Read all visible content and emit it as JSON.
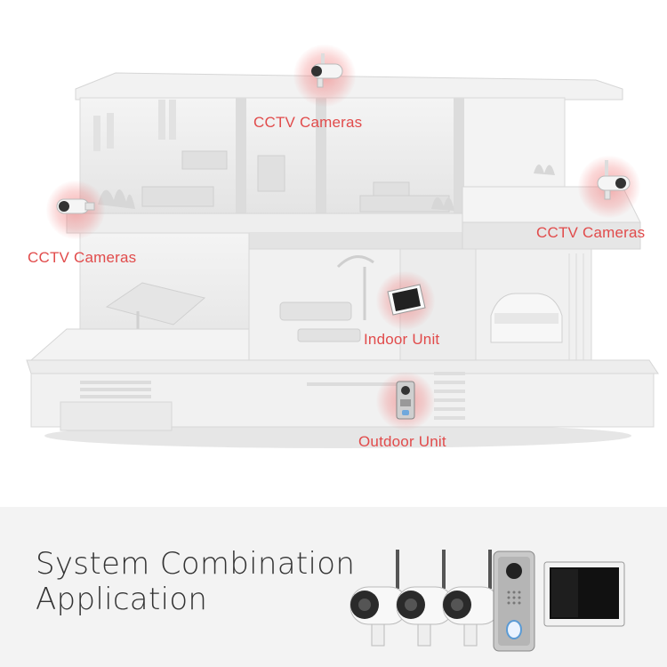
{
  "callouts": {
    "cctv_top": "CCTV Cameras",
    "cctv_left": "CCTV Cameras",
    "cctv_right": "CCTV Cameras",
    "indoor_unit": "Indoor Unit",
    "outdoor_unit": "Outdoor Unit"
  },
  "banner": {
    "title_line1": "System Combination",
    "title_line2": "Application"
  },
  "colors": {
    "accent": "#e14b4b",
    "panel_bg": "#f3f3f3",
    "house": "#e9e9e9"
  },
  "icons": [
    "cctv-camera-icon",
    "indoor-monitor-icon",
    "doorbell-icon"
  ]
}
